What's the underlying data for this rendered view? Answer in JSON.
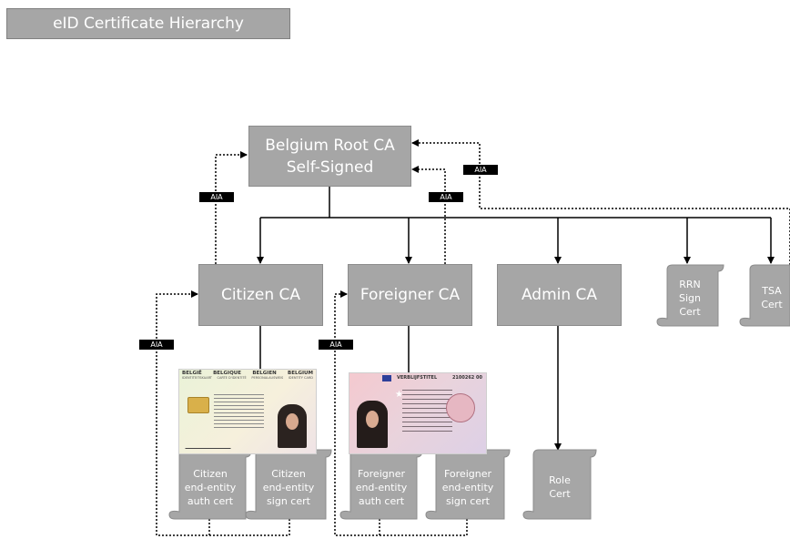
{
  "title": "eID Certificate Hierarchy",
  "root": {
    "line1": "Belgium Root CA",
    "line2": "Self-Signed"
  },
  "cas": {
    "citizen": "Citizen CA",
    "foreigner": "Foreigner CA",
    "admin": "Admin CA"
  },
  "aia_label": "AIA",
  "scrolls": {
    "rrn": [
      "RRN",
      "Sign",
      "Cert"
    ],
    "tsa": [
      "TSA",
      "Cert"
    ],
    "citizen_auth": [
      "Citizen",
      "end-entity",
      "auth cert"
    ],
    "citizen_sign": [
      "Citizen",
      "end-entity",
      "sign cert"
    ],
    "foreigner_auth": [
      "Foreigner",
      "end-entity",
      "auth cert"
    ],
    "foreigner_sign": [
      "Foreigner",
      "end-entity",
      "sign cert"
    ],
    "role": [
      "Role",
      "Cert"
    ]
  },
  "citizen_card": {
    "countries": [
      "BELGIË",
      "BELGIQUE",
      "BELGIEN",
      "BELGIUM"
    ],
    "subtitle": [
      "IDENTITEITSKAART",
      "CARTE D'IDENTITÉ",
      "PERSONALAUSWEIS",
      "IDENTITY CARD"
    ]
  },
  "foreigner_card": {
    "header": "VERBLIJFSTITEL",
    "number": "2100262 00"
  },
  "colors": {
    "box": "#a6a6a6",
    "line": "#000000",
    "aia_bg": "#000000"
  }
}
